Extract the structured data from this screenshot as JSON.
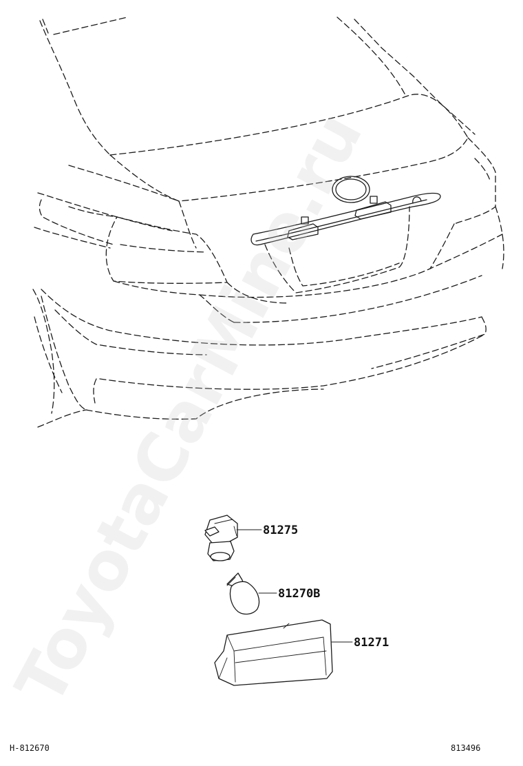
{
  "watermark": "ToyotaCarMine.ru",
  "parts": [
    {
      "number": "81275"
    },
    {
      "number": "81270B"
    },
    {
      "number": "81271"
    }
  ],
  "footer": {
    "left_code": "H-812670",
    "right_code": "813496"
  }
}
